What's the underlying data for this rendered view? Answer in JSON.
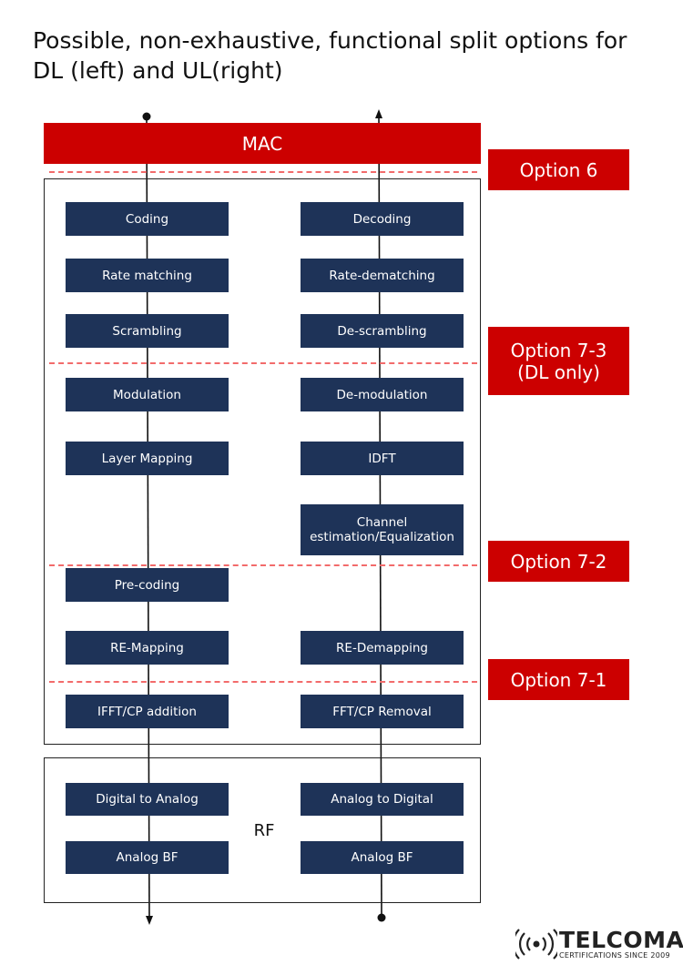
{
  "title": "Possible, non-exhaustive, functional split options for DL (left) and UL(right)",
  "mac_label": "MAC",
  "dl_blocks": [
    "Coding",
    "Rate matching",
    "Scrambling",
    "Modulation",
    "Layer Mapping",
    "Pre-coding",
    "RE-Mapping",
    "IFFT/CP addition"
  ],
  "ul_blocks": [
    "Decoding",
    "Rate-dematching",
    "De-scrambling",
    "De-modulation",
    "IDFT",
    "Channel estimation/Equalization",
    "RE-Demapping",
    "FFT/CP Removal"
  ],
  "rf": {
    "label": "RF",
    "dl_blocks": [
      "Digital to Analog",
      "Analog BF"
    ],
    "ul_blocks": [
      "Analog to Digital",
      "Analog BF"
    ]
  },
  "options": [
    "Option 6",
    "Option 7-3\n(DL only)",
    "Option 7-2",
    "Option 7-1"
  ],
  "logo": {
    "name": "TELCOMA",
    "tagline": "CERTIFICATIONS SINCE 2009"
  },
  "colors": {
    "block": "#1e3358",
    "accent": "#cc0000",
    "split_line": "#f26b6b"
  }
}
